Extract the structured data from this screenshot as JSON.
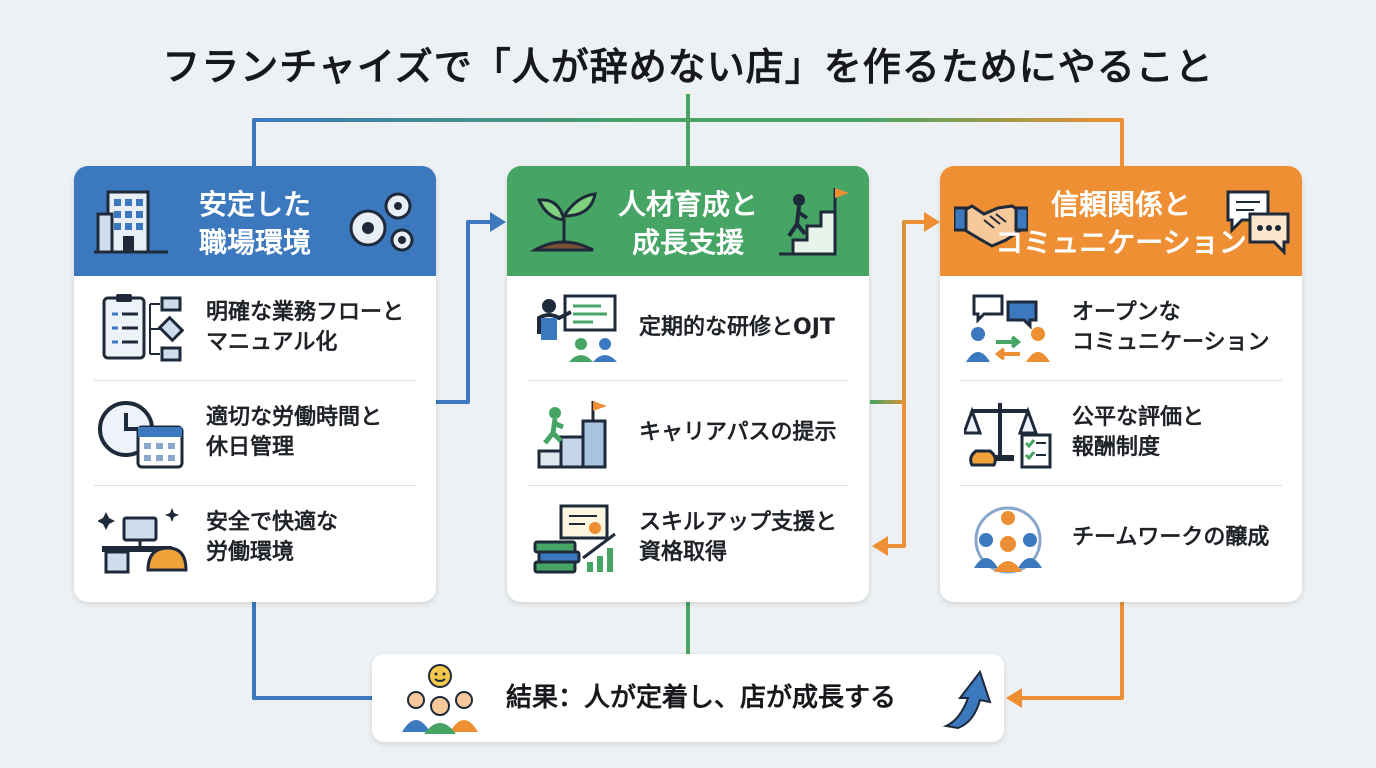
{
  "title": "フランチャイズで「人が辞めない店」を作るためにやること",
  "colors": {
    "blue": "#3b78be",
    "green": "#46a564",
    "orange": "#ef8f33"
  },
  "columns": [
    {
      "title": "安定した\n職場環境",
      "header_icons": [
        "building-icon",
        "gears-icon"
      ],
      "items": [
        {
          "icon": "workflow-checklist-icon",
          "text": "明確な業務フローと\nマニュアル化"
        },
        {
          "icon": "clock-calendar-icon",
          "text": "適切な労働時間と\n休日管理"
        },
        {
          "icon": "safe-workplace-icon",
          "text": "安全で快適な\n労働環境"
        }
      ]
    },
    {
      "title": "人材育成と\n成長支援",
      "header_icons": [
        "sprout-icon",
        "climbing-stairs-icon"
      ],
      "items": [
        {
          "icon": "training-presentation-icon",
          "text": "定期的な研修とOJT"
        },
        {
          "icon": "career-steps-icon",
          "text": "キャリアパスの提示"
        },
        {
          "icon": "books-certificate-icon",
          "text": "スキルアップ支援と\n資格取得"
        }
      ]
    },
    {
      "title": "信頼関係と\nコミュニケーション",
      "header_icons": [
        "handshake-icon",
        "chat-bubbles-icon"
      ],
      "items": [
        {
          "icon": "people-exchange-icon",
          "text": "オープンな\nコミュニケーション"
        },
        {
          "icon": "scale-evaluation-icon",
          "text": "公平な評価と\n報酬制度"
        },
        {
          "icon": "team-circle-icon",
          "text": "チームワークの醸成"
        }
      ]
    }
  ],
  "result": {
    "text": "結果：人が定着し、店が成長する",
    "icons": [
      "team-people-icon",
      "growth-arrow-icon"
    ]
  }
}
